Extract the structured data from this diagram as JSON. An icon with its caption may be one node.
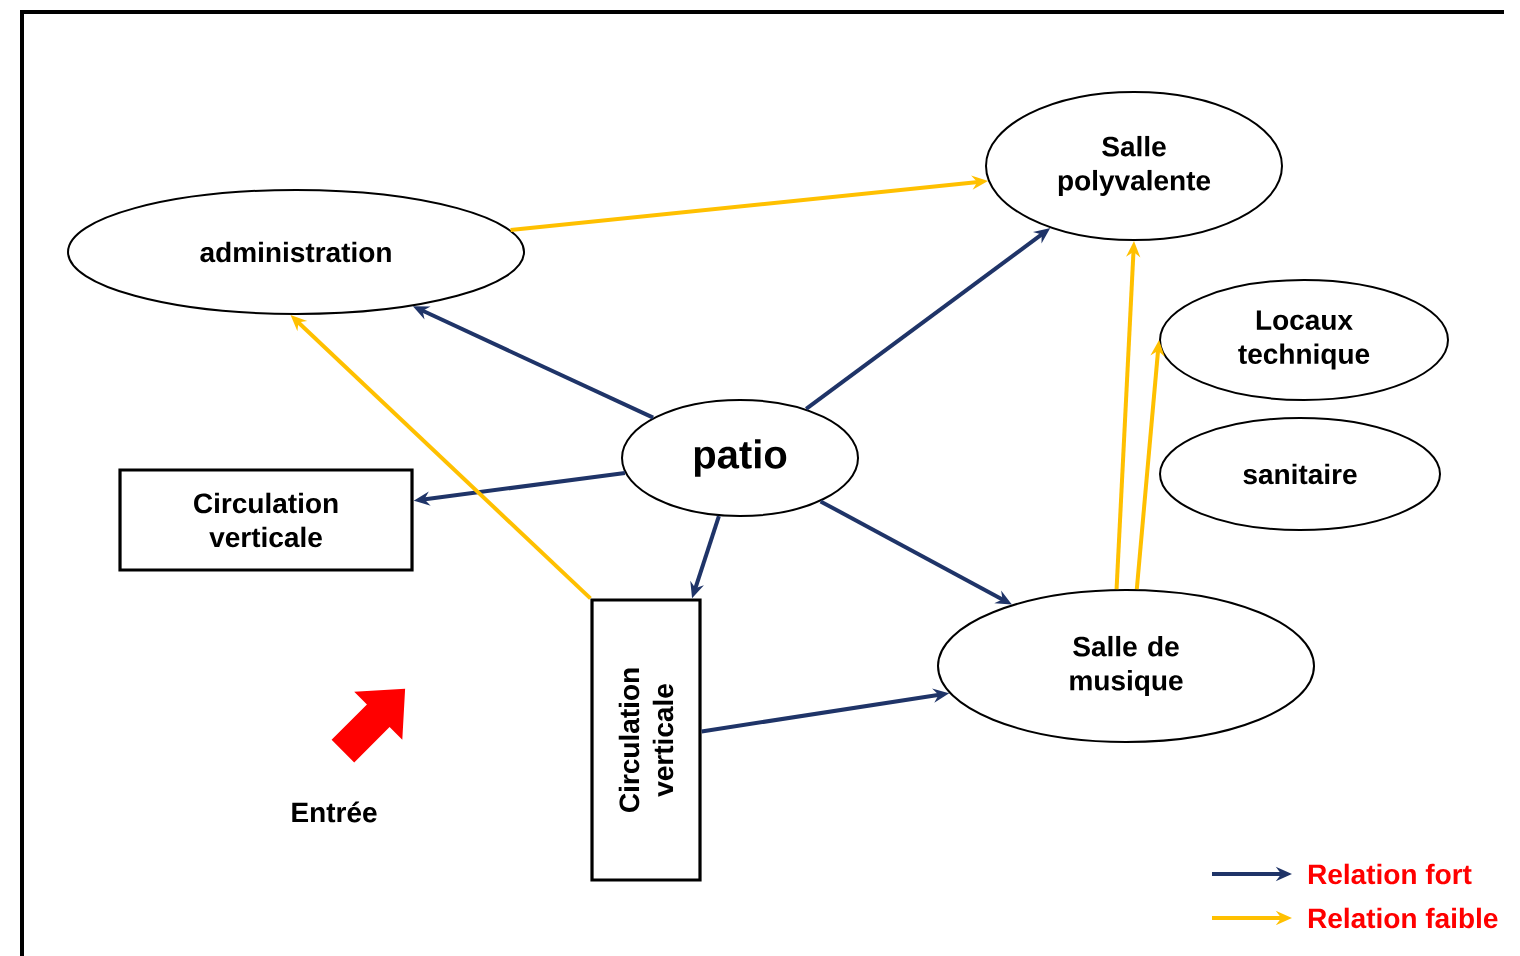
{
  "diagram": {
    "nodes": [
      {
        "text": [
          "administration"
        ]
      },
      {
        "text": [
          "Salle polyvalente"
        ]
      },
      {
        "text": [
          "Locaux technique"
        ]
      },
      {
        "text": [
          "sanitaire"
        ]
      },
      {
        "text": [
          "Circulation verticale"
        ]
      },
      {
        "text": [
          "patio"
        ]
      },
      {
        "text": [
          "Circulation verticale"
        ]
      },
      {
        "text": [
          "Salle de musique"
        ]
      }
    ],
    "edges": [
      {
        "from": 5,
        "to": 0,
        "arrow": "to"
      },
      {
        "from": 5,
        "to": 1,
        "arrow": "to"
      },
      {
        "from": 5,
        "to": 4,
        "arrow": "to"
      },
      {
        "from": 5,
        "to": 6,
        "arrow": "to"
      },
      {
        "from": 5,
        "to": 7,
        "arrow": "to"
      },
      {
        "from": 6,
        "to": 7,
        "arrow": "to"
      },
      {
        "from": 0,
        "to": 1,
        "arrow": "to",
        "color": "#ffc000"
      },
      {
        "from": 6,
        "to": 0,
        "arrow": "to",
        "color": "#ffc000"
      },
      {
        "from": 7,
        "to": 1,
        "arrow": "to",
        "color": "#ffc000"
      },
      {
        "from": 7,
        "to": 2,
        "arrow": "to",
        "color": "#ffc000"
      }
    ],
    "labels": [
      "Entrée"
    ],
    "legend": [
      {
        "text": "Relation fort"
      },
      {
        "text": "Relation faible"
      }
    ]
  }
}
